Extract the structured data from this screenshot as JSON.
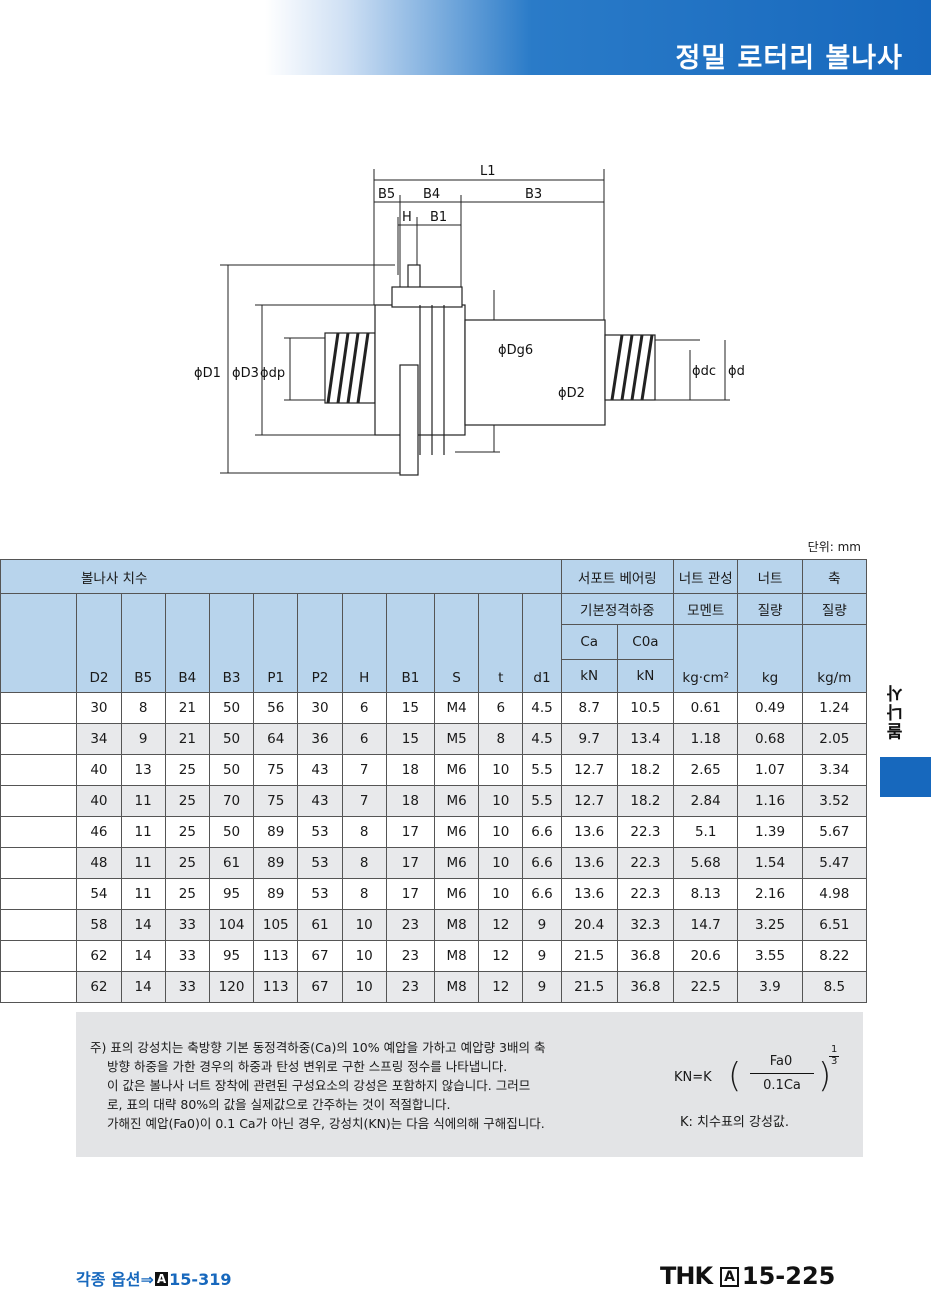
{
  "header": {
    "title": "정밀 로터리 볼나사"
  },
  "diagram": {
    "labels": {
      "L1": "L1",
      "B5": "B5",
      "B4": "B4",
      "B3": "B3",
      "H": "H",
      "B1": "B1",
      "D1": "ϕD1",
      "D3": "ϕD3",
      "dp": "ϕdp",
      "Dg6": "ϕDg6",
      "D2": "ϕD2",
      "dc": "ϕdc",
      "d": "ϕd"
    }
  },
  "unit": "단위: mm",
  "table": {
    "header": {
      "group_main": "볼나사 치수",
      "group_bearing_1": "서포트 베어링",
      "group_bearing_2": "기본정격하중",
      "inertia_1": "너트 관성",
      "inertia_2": "모멘트",
      "nut_mass_1": "너트",
      "nut_mass_2": "질량",
      "shaft_mass_1": "축",
      "shaft_mass_2": "질량",
      "ca": "Ca",
      "c0a": "C0a",
      "cols": [
        "D2",
        "B5",
        "B4",
        "B3",
        "P1",
        "P2",
        "H",
        "B1",
        "S",
        "t",
        "d1",
        "kN",
        "kN",
        "kg·cm²",
        "kg",
        "kg/m"
      ]
    },
    "rows": [
      [
        "30",
        "8",
        "21",
        "50",
        "56",
        "30",
        "6",
        "15",
        "M4",
        "6",
        "4.5",
        "8.7",
        "10.5",
        "0.61",
        "0.49",
        "1.24"
      ],
      [
        "34",
        "9",
        "21",
        "50",
        "64",
        "36",
        "6",
        "15",
        "M5",
        "8",
        "4.5",
        "9.7",
        "13.4",
        "1.18",
        "0.68",
        "2.05"
      ],
      [
        "40",
        "13",
        "25",
        "50",
        "75",
        "43",
        "7",
        "18",
        "M6",
        "10",
        "5.5",
        "12.7",
        "18.2",
        "2.65",
        "1.07",
        "3.34"
      ],
      [
        "40",
        "11",
        "25",
        "70",
        "75",
        "43",
        "7",
        "18",
        "M6",
        "10",
        "5.5",
        "12.7",
        "18.2",
        "2.84",
        "1.16",
        "3.52"
      ],
      [
        "46",
        "11",
        "25",
        "50",
        "89",
        "53",
        "8",
        "17",
        "M6",
        "10",
        "6.6",
        "13.6",
        "22.3",
        "5.1",
        "1.39",
        "5.67"
      ],
      [
        "48",
        "11",
        "25",
        "61",
        "89",
        "53",
        "8",
        "17",
        "M6",
        "10",
        "6.6",
        "13.6",
        "22.3",
        "5.68",
        "1.54",
        "5.47"
      ],
      [
        "54",
        "11",
        "25",
        "95",
        "89",
        "53",
        "8",
        "17",
        "M6",
        "10",
        "6.6",
        "13.6",
        "22.3",
        "8.13",
        "2.16",
        "4.98"
      ],
      [
        "58",
        "14",
        "33",
        "104",
        "105",
        "61",
        "10",
        "23",
        "M8",
        "12",
        "9",
        "20.4",
        "32.3",
        "14.7",
        "3.25",
        "6.51"
      ],
      [
        "62",
        "14",
        "33",
        "95",
        "113",
        "67",
        "10",
        "23",
        "M8",
        "12",
        "9",
        "21.5",
        "36.8",
        "20.6",
        "3.55",
        "8.22"
      ],
      [
        "62",
        "14",
        "33",
        "120",
        "113",
        "67",
        "10",
        "23",
        "M8",
        "12",
        "9",
        "21.5",
        "36.8",
        "22.5",
        "3.9",
        "8.5"
      ]
    ]
  },
  "side_tab": {
    "label": "볼나사"
  },
  "note": {
    "lines": [
      "주) 표의 강성치는 축방향 기본 동정격하중(Ca)의 10% 예압을 가하고 예압량 3배의 축",
      "방향 하중을 가한 경우의 하중과 탄성 변위로 구한 스프링 정수를 나타냅니다.",
      "이 값은 볼나사 너트 장착에 관련된 구성요소의 강성은 포함하지 않습니다. 그러므",
      "로, 표의 대략 80%의 값을 실제값으로 간주하는 것이 적절합니다.",
      "가해진 예압(Fa0)이 0.1 Ca가 아닌 경우, 강성치(KN)는 다음 식에의해 구해집니다."
    ],
    "formula": {
      "lhs": "KN=K",
      "numerator": "Fa0",
      "denominator": "0.1Ca",
      "exp_num": "1",
      "exp_den": "3"
    },
    "k_note": "K: 치수표의 강성값."
  },
  "footer": {
    "left_text": "각종 옵션⇒",
    "left_box": "A",
    "left_page": "15-319",
    "brand": "THK",
    "right_box": "A",
    "right_page": "15-225"
  }
}
